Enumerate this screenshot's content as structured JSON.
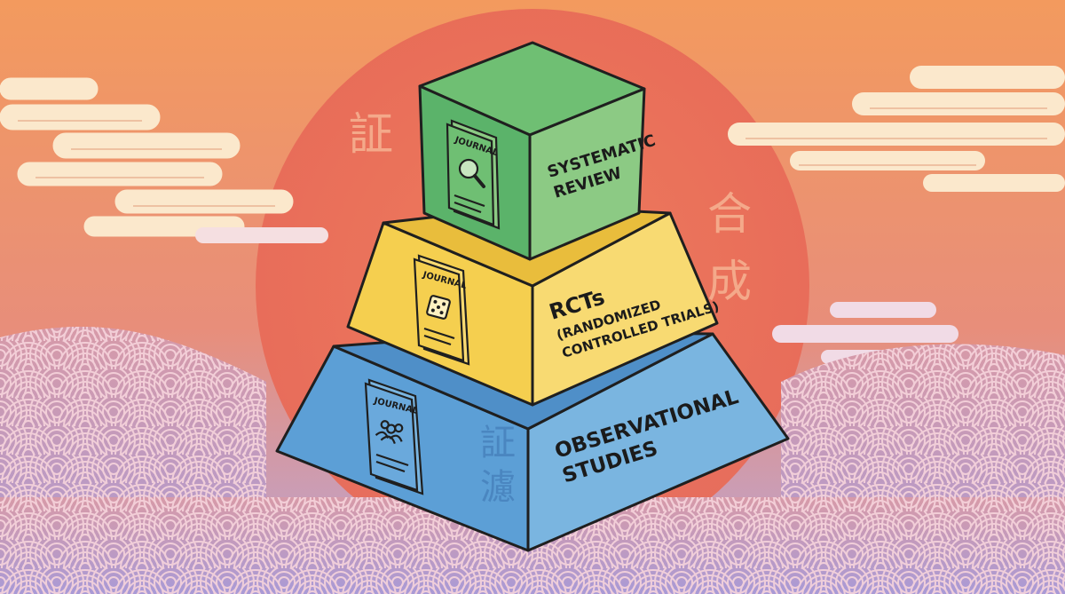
{
  "colors": {
    "sky_top": "#f39a5e",
    "sky_bottom": "#b9a6d8",
    "sun": "#ea7259",
    "cloud": "#fbe8cc",
    "wave": "#f2c8d2",
    "tier_top_front": "#5bb36a",
    "tier_top_side": "#8cca84",
    "tier_top_cap": "#6fbf73",
    "tier_mid_front": "#f5cf4f",
    "tier_mid_side": "#f8da72",
    "tier_bottom_front": "#5c9fd6",
    "tier_bottom_side": "#7ab5e0",
    "outline": "#1f1f1f"
  },
  "tiers": {
    "top": {
      "label_lines": [
        "SYSTEMATIC",
        "REVIEW"
      ],
      "journal": "JOURNAL",
      "icon": "magnifier-icon"
    },
    "middle": {
      "label_lines": [
        "RCTs",
        "(RANDOMIZED",
        "CONTROLLED TRIALS)"
      ],
      "journal": "JOURNAL",
      "icon": "dice-icon"
    },
    "bottom": {
      "label_lines": [
        "OBSERVATIONAL",
        "STUDIES"
      ],
      "journal": "JOURNAL",
      "icon": "people-icon"
    }
  },
  "kanji": {
    "left": "証",
    "right_top": "合",
    "right_bottom": "成",
    "pyramid_top": "証",
    "pyramid_bottom": "濾"
  }
}
